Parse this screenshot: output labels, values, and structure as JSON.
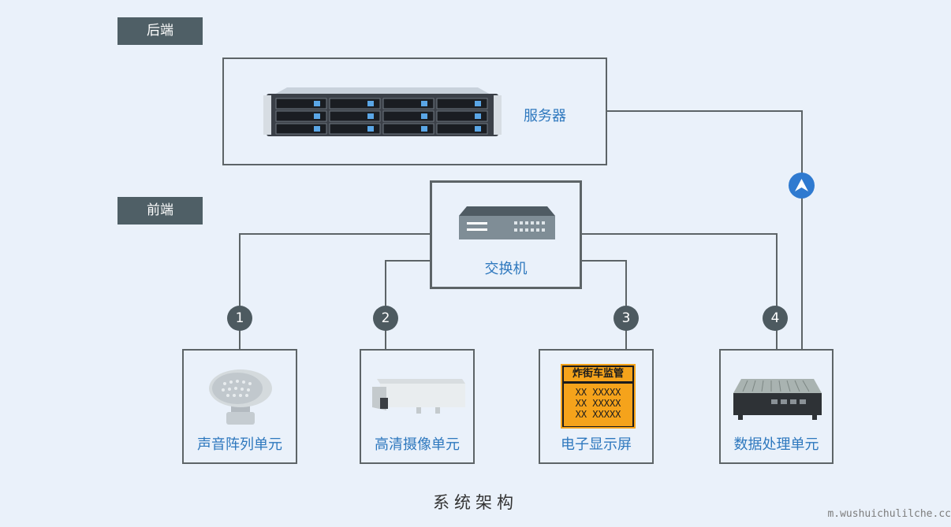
{
  "sections": {
    "backend_label": "后端",
    "frontend_label": "前端"
  },
  "server": {
    "label": "服务器"
  },
  "switch": {
    "label": "交换机"
  },
  "devices": [
    {
      "number": "1",
      "label": "声音阵列单元"
    },
    {
      "number": "2",
      "label": "高清摄像单元"
    },
    {
      "number": "3",
      "label": "电子显示屏"
    },
    {
      "number": "4",
      "label": "数据处理单元"
    }
  ],
  "display_sign": {
    "header": "炸街车监管",
    "rows": [
      "XX XXXXX",
      "XX XXXXX",
      "XX XXXXX"
    ]
  },
  "caption": "系统架构",
  "watermark": "m.wushuichulilche.cc",
  "colors": {
    "background": "#eaf1fa",
    "tag": "#4f5f66",
    "label_blue": "#2e78be",
    "line": "#5d6467",
    "arrow_circle": "#2f7ad0",
    "sign_orange": "#f5a31b"
  },
  "icons": [
    "server-rack-icon",
    "network-switch-icon",
    "acoustic-array-icon",
    "hd-camera-icon",
    "led-display-icon",
    "industrial-pc-icon",
    "arrow-up-icon"
  ]
}
